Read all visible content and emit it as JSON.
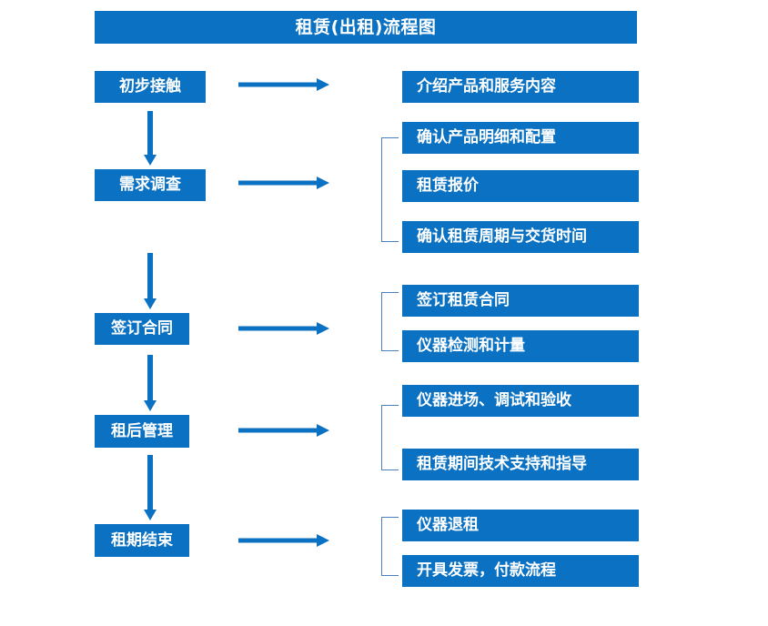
{
  "diagram": {
    "title": "租赁(出租)流程图",
    "colors": {
      "box_fill": "#0b72c3",
      "box_text": "#ffffff",
      "arrow": "#0b72c3",
      "bracket_line": "#4a7fbd",
      "background": "#ffffff"
    },
    "stages": [
      {
        "id": "stage-1",
        "label": "初步接触",
        "details": [
          "介绍产品和服务内容"
        ],
        "has_bracket": false
      },
      {
        "id": "stage-2",
        "label": "需求调查",
        "details": [
          "确认产品明细和配置",
          "租赁报价",
          "确认租赁周期与交货时间"
        ],
        "has_bracket": true
      },
      {
        "id": "stage-3",
        "label": "签订合同",
        "details": [
          "签订租赁合同",
          "仪器检测和计量"
        ],
        "has_bracket": true
      },
      {
        "id": "stage-4",
        "label": "租后管理",
        "details": [
          "仪器进场、调试和验收",
          "租赁期间技术支持和指导"
        ],
        "has_bracket": true
      },
      {
        "id": "stage-5",
        "label": "租期结束",
        "details": [
          "仪器退租",
          "开具发票，付款流程"
        ],
        "has_bracket": true
      }
    ],
    "icons": {
      "arrow_right": "arrow-right-icon",
      "arrow_down": "arrow-down-icon",
      "bracket": "group-bracket-icon"
    }
  }
}
